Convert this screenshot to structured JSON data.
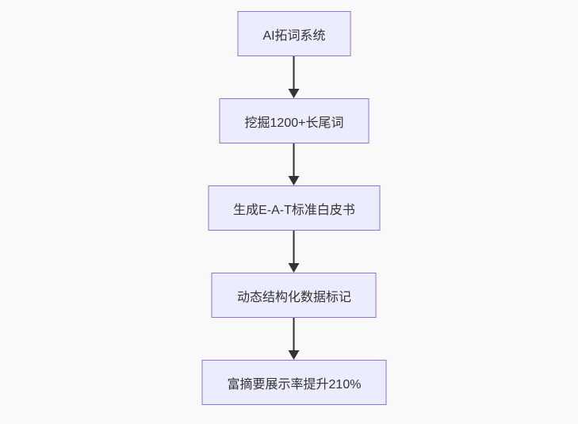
{
  "diagram": {
    "type": "flowchart",
    "direction": "top-down",
    "nodes": [
      {
        "id": "node-1",
        "label": "AI拓词系统"
      },
      {
        "id": "node-2",
        "label": "挖掘1200+长尾词"
      },
      {
        "id": "node-3",
        "label": "生成E-A-T标准白皮书"
      },
      {
        "id": "node-4",
        "label": "动态结构化数据标记"
      },
      {
        "id": "node-5",
        "label": "富摘要展示率提升210%"
      }
    ],
    "edges": [
      {
        "from": "node-1",
        "to": "node-2"
      },
      {
        "from": "node-2",
        "to": "node-3"
      },
      {
        "from": "node-3",
        "to": "node-4"
      },
      {
        "from": "node-4",
        "to": "node-5"
      }
    ],
    "colors": {
      "node_fill": "#ECECFF",
      "node_border": "#9370DB",
      "arrow": "#333333",
      "text": "#333333",
      "background": "#F9F9F9"
    }
  }
}
